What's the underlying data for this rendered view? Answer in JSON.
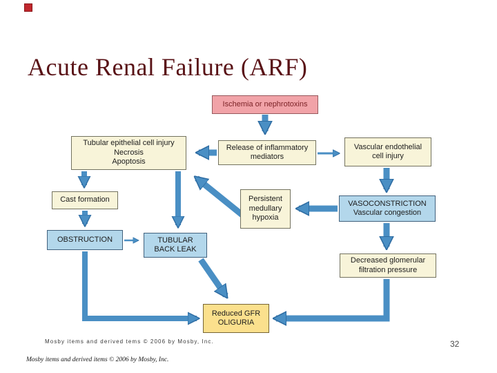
{
  "slide": {
    "title": "Acute Renal Failure (ARF)",
    "page_number": "32",
    "footer_copyright": "Mosby items and derived items © 2006 by Mosby, Inc.",
    "accent_bullet_color": "#c0272d",
    "title_color": "#591216"
  },
  "diagram": {
    "caption": "Mosby items and derived  tems © 2006 by Mosby, Inc.",
    "colors": {
      "pink_box": "#f1a3a8",
      "cream_box": "#f8f4d9",
      "blue_box": "#b3d7eb",
      "gold_box": "#fbe08d",
      "arrow_blue": "#4a8fc4"
    },
    "nodes": {
      "ischemia": {
        "line1": "Ischemia or nephrotoxins"
      },
      "tubular": {
        "line1": "Tubular epithelial cell injury",
        "line2": "Necrosis",
        "line3": "Apoptosis"
      },
      "release": {
        "line1": "Release of inflammatory",
        "line2": "mediators"
      },
      "vascular": {
        "line1": "Vascular endothelial",
        "line2": "cell injury"
      },
      "cast": {
        "line1": "Cast formation"
      },
      "persistent": {
        "line1": "Persistent",
        "line2": "medullary",
        "line3": "hypoxia"
      },
      "vasoconstriction": {
        "line1": "VASOCONSTRICTION",
        "line2": "Vascular congestion"
      },
      "obstruction": {
        "line1": "OBSTRUCTION"
      },
      "backleak": {
        "line1": "TUBULAR",
        "line2": "BACK LEAK"
      },
      "decreased": {
        "line1": "Decreased glomerular",
        "line2": "filtration pressure"
      },
      "reduced": {
        "line1": "Reduced GFR",
        "line2": "OLIGURIA"
      }
    }
  }
}
